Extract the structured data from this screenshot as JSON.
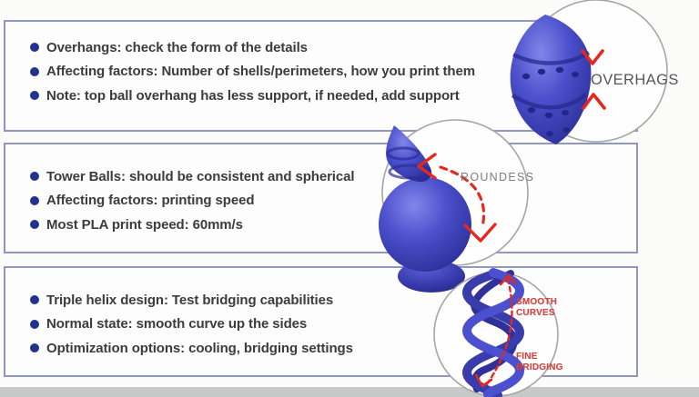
{
  "panels": [
    {
      "name": "overhangs",
      "bullets": [
        "Overhangs: check the form of the details",
        "Affecting factors: Number of shells/perimeters, how you print them",
        "Note: top ball overhang has less support, if needed, add support"
      ]
    },
    {
      "name": "tower-balls",
      "bullets": [
        "Tower Balls: should be consistent and spherical",
        "Affecting factors: printing speed",
        "Most PLA print speed: 60mm/s"
      ]
    },
    {
      "name": "triple-helix",
      "bullets": [
        "Triple helix design: Test bridging capabilities",
        "Normal state: smooth curve up the sides",
        "Optimization options: cooling, bridging settings"
      ]
    }
  ],
  "annotations": {
    "overhangs_label": "OVERHAGS",
    "roundness_label": "ROUNDESS",
    "smooth_curves": {
      "line1": "SMOOTH",
      "line2": "CURVES"
    },
    "fine_bridging": {
      "line1": "FINE",
      "line2": "BRIDGING"
    }
  },
  "colors": {
    "panel_border": "#8f96c2",
    "bullet_dot": "#23318f",
    "object_blue": "#4a4fcb",
    "annotation_red": "#e5281f",
    "label_gray": "#56575c",
    "bottom_strip": "#c7c9c8"
  }
}
